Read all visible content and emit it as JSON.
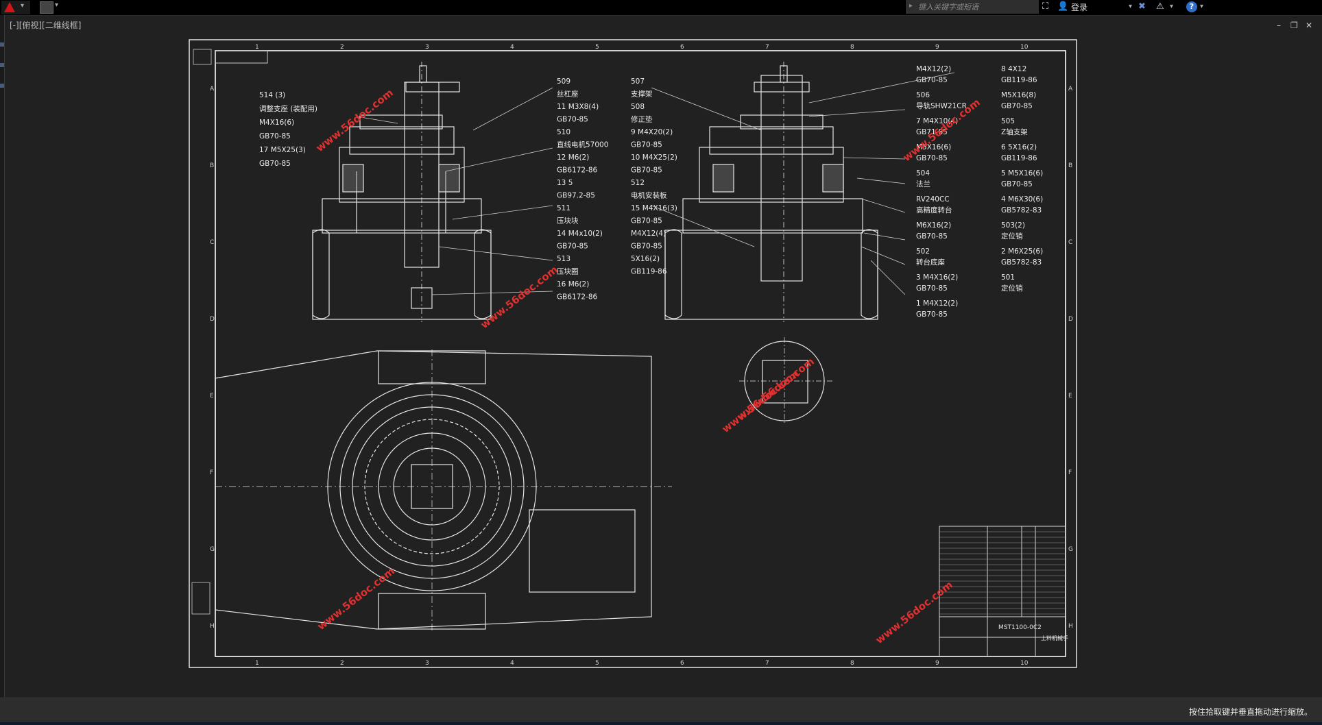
{
  "app": {
    "search_placeholder": "键入关键字或短语",
    "login_label": "登录",
    "viewport_label": "[-][俯视][二维线框]",
    "status_text": "按住拾取键并垂直拖动进行缩放。",
    "window_controls": [
      "–",
      "❐",
      "✕"
    ]
  },
  "drawing": {
    "grid_numbers": [
      "1",
      "2",
      "3",
      "4",
      "5",
      "6",
      "7",
      "8",
      "9",
      "10"
    ],
    "grid_letters": [
      "A",
      "B",
      "C",
      "D",
      "E",
      "F",
      "G",
      "H"
    ],
    "watermark": "www.56doc.com",
    "labels_left": [
      "514 (3)",
      "调整支座 (装配用)",
      "M4X16(6)",
      "GB70-85",
      "17  M5X25(3)",
      "GB70-85"
    ],
    "labels_center_a": [
      "509",
      "丝杠座",
      "11  M3X8(4)",
      "GB70-85",
      "510",
      "直线电机57000",
      "12  M6(2)",
      "GB6172-86",
      "13  5",
      "GB97.2-85",
      "511",
      "压块块",
      "14  M4x10(2)",
      "GB70-85",
      "513",
      "压块圈",
      "16  M6(2)",
      "GB6172-86"
    ],
    "labels_center_b": [
      "507",
      "支撑架",
      "508",
      "修正垫",
      "9  M4X20(2)",
      "GB70-85",
      "10  M4X25(2)",
      "GB70-85",
      "512",
      "电机安装板",
      "15  M4X16(3)",
      "GB70-85",
      "M4X12(4)",
      "GB70-85",
      "5X16(2)",
      "GB119-86"
    ],
    "labels_right": [
      "M4X12(2)",
      "GB70-85",
      "8  4X12",
      "GB119-86",
      "506",
      "导轨SHW21CR",
      "M5X16(8)",
      "GB70-85",
      "7  M4X10(4)",
      "GB71-85",
      "505",
      "Z轴支架",
      "M5X16(6)",
      "GB70-85",
      "6  5X16(2)",
      "GB119-86",
      "504",
      "法兰",
      "5  M5X16(6)",
      "GB70-85",
      "RV240CC",
      "高精度转台",
      "4  M6X30(6)",
      "GB5782-83",
      "M6X16(2)",
      "GB70-85",
      "503(2)",
      "定位销",
      "502",
      "转台底座",
      "2  M6X25(6)",
      "GB5782-83",
      "3  M4X16(2)",
      "GB70-85",
      "501",
      "定位销",
      "1  M4X12(2)",
      "GB70-85"
    ],
    "title_block": {
      "drawing_no": "MST1100-0C2",
      "name": "上料机械手"
    }
  }
}
